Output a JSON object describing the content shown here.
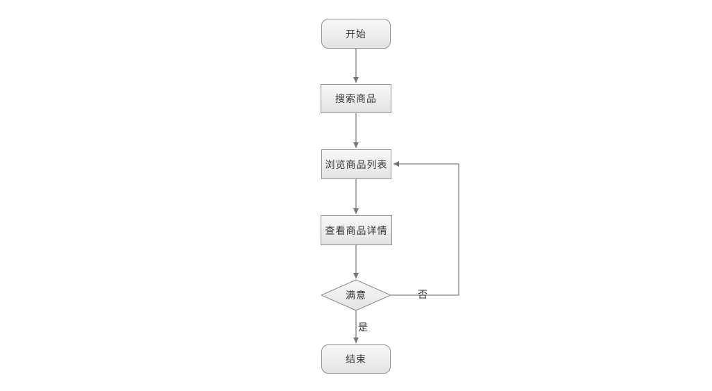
{
  "diagram": {
    "type": "flowchart",
    "background": "#ffffff",
    "nodes": {
      "start": {
        "label": "开始",
        "shape": "rounded-rect"
      },
      "search": {
        "label": "搜索商品",
        "shape": "rect"
      },
      "browse": {
        "label": "浏览商品列表",
        "shape": "rect"
      },
      "detail": {
        "label": "查看商品详情",
        "shape": "rect"
      },
      "decision": {
        "label": "满意",
        "shape": "diamond"
      },
      "end": {
        "label": "结束",
        "shape": "rounded-rect"
      }
    },
    "edges": [
      {
        "from": "start",
        "to": "search",
        "label": ""
      },
      {
        "from": "search",
        "to": "browse",
        "label": ""
      },
      {
        "from": "browse",
        "to": "detail",
        "label": ""
      },
      {
        "from": "detail",
        "to": "decision",
        "label": ""
      },
      {
        "from": "decision",
        "to": "end",
        "label": "是"
      },
      {
        "from": "decision",
        "to": "browse",
        "label": "否"
      }
    ],
    "edge_labels": {
      "yes": "是",
      "no": "否"
    },
    "colors": {
      "node_fill_top": "#f7f7f7",
      "node_fill_bottom": "#e2e2e2",
      "node_border": "#8f8f8f",
      "connector": "#7f7f7f",
      "arrowhead": "#757575",
      "text": "#333333"
    }
  }
}
